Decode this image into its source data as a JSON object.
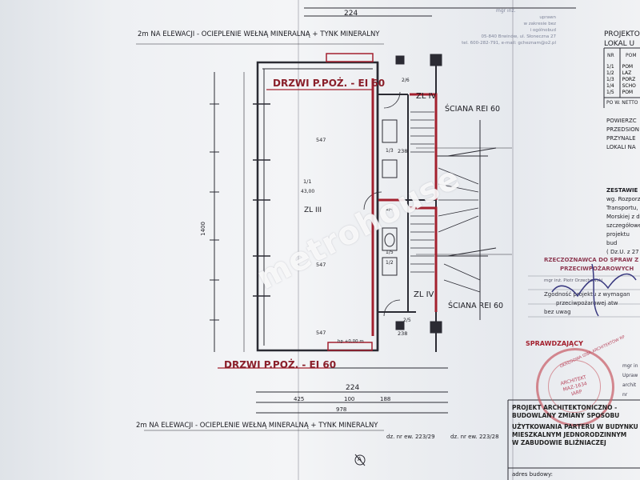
{
  "drawing": {
    "top_note": "2m NA ELEWACJI - OCIEPLENIE WEŁNĄ MINERALNĄ + TYNK MINERALNY",
    "bottom_note": "2m NA ELEWACJI - OCIEPLENIE WEŁNĄ MINERALNĄ + TYNK MINERALNY",
    "door_top": "DRZWI P.POŻ. - EI 60",
    "door_bottom": "DRZWI P.POŻ. - EI 60",
    "zone_main": "ZL III",
    "zone_top": "ZL IV",
    "zone_bottom": "ZL IV",
    "wall_top": "ŚCIANA REI 60",
    "wall_bottom": "ŚCIANA REI 60",
    "dim_224_top": "224",
    "dim_224_bottom": "224",
    "dim_total_height": "1400",
    "dim_425": "425",
    "dim_100": "100",
    "dim_188": "188",
    "dim_978": "978",
    "dim_547_a": "547",
    "dim_547_b": "547",
    "dim_547_c": "547",
    "dim_238_a": "238",
    "dim_238_b": "238",
    "room_1_1": "1/1",
    "room_area": "43,00",
    "room_1_2": "1/2",
    "room_1_3": "1/3",
    "room_1_4": "1/4",
    "room_1_5": "1/5",
    "room_2_6": "2/6",
    "room_2_5": "2/5",
    "plot_a": "dz. nr ew. 223/29",
    "plot_b": "dz. nr ew. 223/28",
    "axis_mark": "A",
    "level_mark": "hp +0,00 m"
  },
  "right_panel": {
    "project_title_partial": "PROJEKTO",
    "project_subtitle_partial": "LOKAL U",
    "table_header_nr": "NR",
    "table_header_pom": "POM",
    "rows": [
      {
        "nr": "1/1",
        "name": "POM"
      },
      {
        "nr": "1/2",
        "name": "LAZ"
      },
      {
        "nr": "1/3",
        "name": "PORZ"
      },
      {
        "nr": "1/4",
        "name": "SCHO"
      },
      {
        "nr": "1/5",
        "name": "POM"
      }
    ],
    "table_footer": "PO W. NETTO",
    "area_lines": [
      "POWIERZC",
      "PRZEDSION",
      "PRZYNALE",
      "LOKALI NA"
    ],
    "zestaw_lines": [
      "ZESTAWIE",
      "wg. Rozporz",
      "Transportu,",
      "Morskiej z d",
      "szczegółowe",
      "projektu bud",
      "( Dz.U. z 27"
    ],
    "expert_lines": [
      "RZECZOZNAWCA DO SPRAW Z",
      "PRZECIWPOŻAROWYCH",
      "mgr inż. Piotr Orzechowski",
      "Zgodność projektu z wymagan",
      "przeciwpożarowej atw",
      "bez uwag"
    ],
    "verify_label": "SPRAWDZAJĄCY",
    "verify_lines": [
      "mgr in",
      "Upraw",
      "archit",
      "nr"
    ],
    "stamp_text_top": "mgr inż.",
    "stamp_lines": [
      "uprawn",
      "w zakresie bez",
      "i ogólnobud",
      "05-840 Brwinów, ul. Słoneczna 27",
      "tel. 600-282-791, e-mail: gcheznam@o2.pl"
    ],
    "seal_text": "OKRĘGOWA IZBA ARCHITEKTÓW RP",
    "seal_center": [
      "ARCHITEKT",
      "MAZ-1634",
      "IARP"
    ],
    "title_block": [
      "PROJEKT ARCHITEKTONICZNO -",
      "BUDOWLANY ZMIANY SPOSOBU",
      "UŻYTKOWANIA PARTERU W BUDYNKU",
      "MIESZKALNYM JEDNORODZINNYM",
      "W ZABUDOWIE BLIŹNIACZEJ"
    ],
    "address_label": "adres budowy:"
  },
  "watermark": "metrohouse",
  "colors": {
    "line": "#2b2b33",
    "red": "#a3202e",
    "stamp": "#c8546a",
    "paper": "#eef0f3"
  }
}
